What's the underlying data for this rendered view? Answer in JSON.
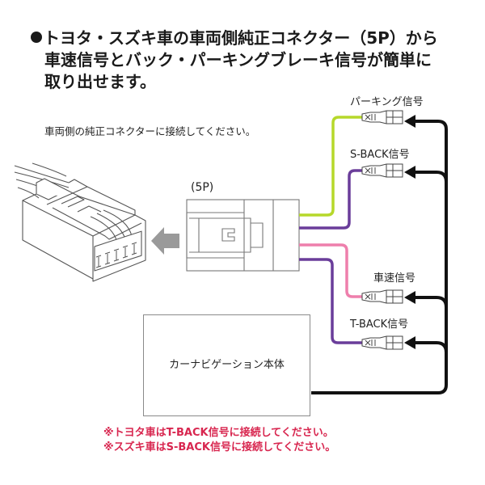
{
  "headline": {
    "line1": "トヨタ・スズキ車の車両側純正コネクター（5P）から",
    "line2": "車速信号とバック・パーキングブレーキ信号が簡単に",
    "line3": "取り出せます。"
  },
  "instruction": "車両側の純正コネクターに接続してください。",
  "connector_label": "(5P)",
  "signals": [
    {
      "id": "parking",
      "label": "パーキング信号",
      "wire_color": "#b6d82a"
    },
    {
      "id": "s-back",
      "label": "S-BACK信号",
      "wire_color": "#6a3d9a"
    },
    {
      "id": "speed",
      "label": "車速信号",
      "wire_color": "#ee7fac"
    },
    {
      "id": "t-back",
      "label": "T-BACK信号",
      "wire_color": "#6a3d9a"
    }
  ],
  "nav_unit_label": "カーナビゲーション本体",
  "notes": [
    "※トヨタ車はT-BACK信号に接続してください。",
    "※スズキ車はS-BACK信号に接続してください。"
  ],
  "colors": {
    "note_text": "#d8264f",
    "harness": "#111111",
    "arrow_gray": "#9a9a9a"
  }
}
